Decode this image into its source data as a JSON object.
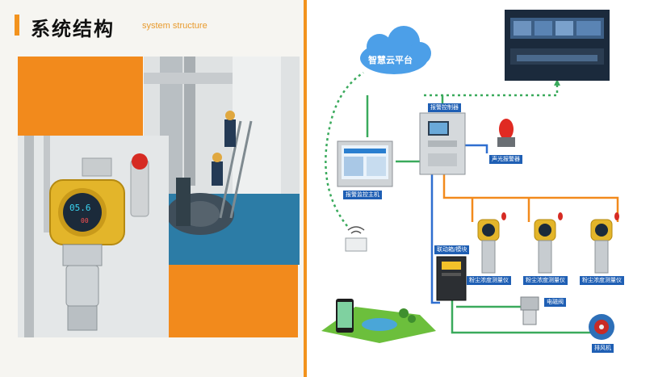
{
  "header": {
    "title": "系统结构",
    "subtitle": "system structure"
  },
  "diagram": {
    "cloud": "智慧云平台",
    "alarm_controller": "报警控制器",
    "monitor_host": "报警监控主机",
    "sound_light_alarm": "声光报警器",
    "linkage_box": "联动箱/模块",
    "detector_label": "粉尘浓度测量仪",
    "solenoid_valve": "电磁阀",
    "exhaust_fan": "排风机",
    "device_screen": "05.6",
    "device_badge": "00"
  },
  "colors": {
    "accent": "#f2931e",
    "line_green": "#3aaa5c",
    "line_orange": "#f28a1c",
    "line_blue": "#2f6fd0",
    "label_bg": "#1f5fb4"
  }
}
